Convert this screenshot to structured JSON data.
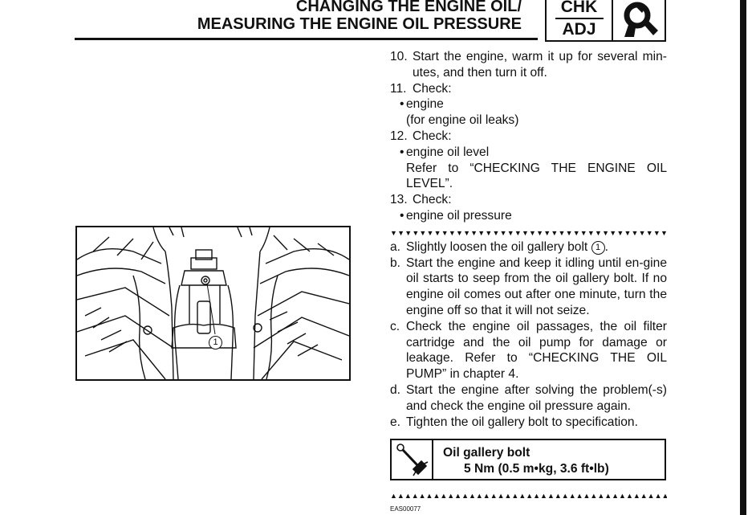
{
  "header": {
    "title_line1": "CHANGING THE ENGINE OIL/",
    "title_line2": "MEASURING THE ENGINE OIL PRESSURE",
    "badge_top": "CHK",
    "badge_bottom": "ADJ",
    "badge_icon": "wrench-magnifier-icon"
  },
  "figure": {
    "callout": "1"
  },
  "steps": [
    {
      "num": "10.",
      "text": "Start the engine, warm it up for several min-utes, and then turn it off."
    },
    {
      "num": "11.",
      "text": "Check:"
    },
    {
      "num": "12.",
      "text": "Check:"
    },
    {
      "num": "13.",
      "text": "Check:"
    }
  ],
  "step11_bullet": "engine",
  "step11_note": "(for engine oil leaks)",
  "step12_bullet": "engine oil level",
  "step12_note": "Refer to “CHECKING THE ENGINE OIL LEVEL”.",
  "step13_bullet": "engine oil pressure",
  "start_marker": "▼▼▼▼▼▼▼▼▼▼▼▼▼▼▼▼▼▼▼▼▼▼▼▼▼▼▼▼▼▼▼▼▼▼▼▼▼▼▼▼▼▼▼▼▼▼▼▼",
  "substeps": {
    "a": {
      "letter": "a.",
      "text_before": "Slightly loosen the oil gallery bolt ",
      "callout": "1",
      "text_after": "."
    },
    "b": {
      "letter": "b.",
      "text": "Start the engine and keep it idling until en-gine oil starts to seep from the oil gallery bolt. If no engine oil comes out after one minute, turn the engine off so that it will not seize."
    },
    "c": {
      "letter": "c.",
      "text": "Check the engine oil passages, the oil filter cartridge and the oil pump for damage or leakage. Refer to “CHECKING THE OIL PUMP” in chapter 4."
    },
    "d": {
      "letter": "d.",
      "text": "Start the engine after solving the problem(-s) and check the engine oil pressure again."
    },
    "e": {
      "letter": "e.",
      "text": "Tighten the oil gallery bolt to specification."
    }
  },
  "spec": {
    "icon": "torque-wrench-icon",
    "label": "Oil gallery bolt",
    "value": "5 Nm (0.5 m•kg, 3.6 ft•lb)"
  },
  "end_marker": "▲▲▲▲▲▲▲▲▲▲▲▲▲▲▲▲▲▲▲▲▲▲▲▲▲▲▲▲▲▲▲▲▲▲▲▲▲▲▲▲▲▲▲▲▲▲▲▲",
  "footer_code": "EAS00077",
  "bullet_char": "•"
}
